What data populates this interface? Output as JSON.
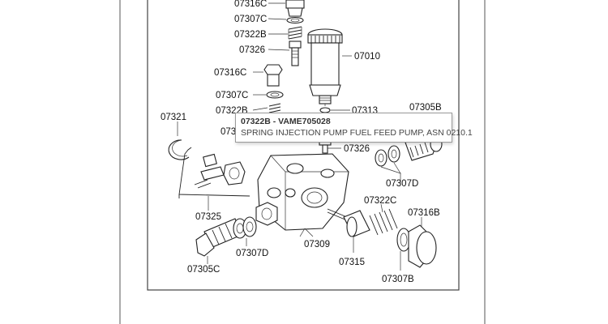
{
  "labels": {
    "p07316c_top": "07316C",
    "p07307c_top": "07307C",
    "p07322b_top": "07322B",
    "p07326_top": "07326",
    "p07010": "07010",
    "p07316c_mid": "07316C",
    "p07307c_mid": "07307C",
    "p07322b_mid": "07322B",
    "p07313": "07313",
    "p07305b": "07305B",
    "p07321": "07321",
    "p073_partial": "073",
    "p07326_right": "07326",
    "p07307d_right": "07307D",
    "p07322c": "07322C",
    "p07316b": "07316B",
    "p07325": "07325",
    "p07309": "07309",
    "p07315": "07315",
    "p07307d_left": "07307D",
    "p07305c": "07305C",
    "p07307b": "07307B"
  },
  "tooltip": {
    "title": "07322B - VAME705028",
    "description": "SPRING INJECTION PUMP FUEL FEED PUMP, ASN 0210.1"
  },
  "colors": {
    "line": "#222222",
    "frame": "#444444",
    "tooltip_border": "#9a9a9a"
  }
}
